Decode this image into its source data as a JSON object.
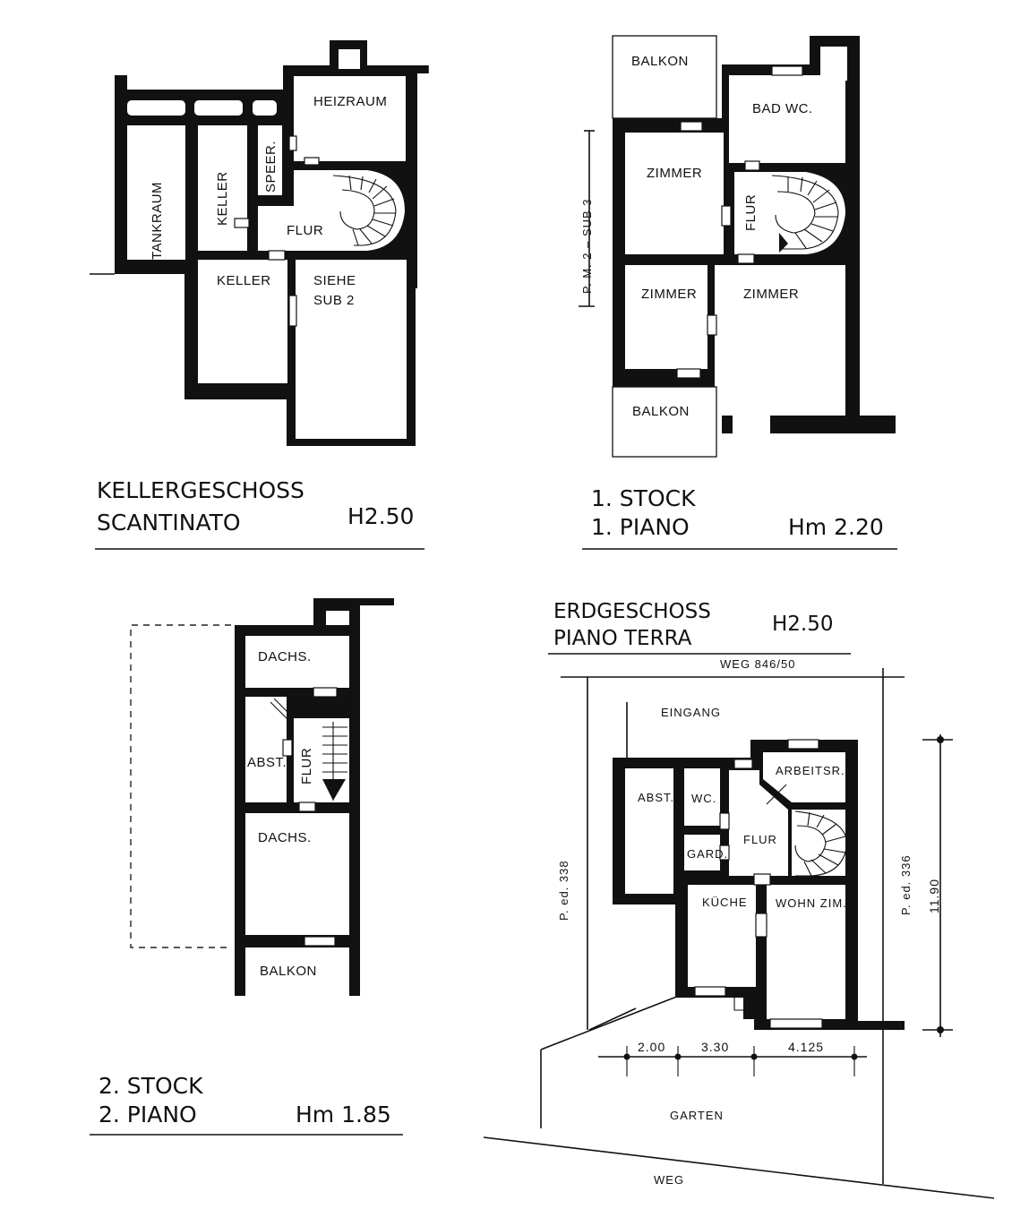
{
  "plans": {
    "keller": {
      "title_de": "KELLERGESCHOSS",
      "title_it": "SCANTINATO",
      "height": "H2.50",
      "rooms": {
        "heizraum": "HEIZRAUM",
        "sperr": "SPEER.",
        "keller_a": "KELLER",
        "tankraum": "TANKRAUM",
        "flur": "FLUR",
        "keller_b": "KELLER",
        "siehe_1": "SIEHE",
        "siehe_2": "SUB 2"
      }
    },
    "stock1": {
      "title_de": "1.  STOCK",
      "title_it": "1.  PIANO",
      "height": "Hm 2.20",
      "pm_label": "P. M. 2 – SUB 3",
      "rooms": {
        "balkon_top": "BALKON",
        "bad": "BAD WC.",
        "zimmer_a": "ZIMMER",
        "flur": "FLUR",
        "zimmer_b": "ZIMMER",
        "zimmer_c": "ZIMMER",
        "balkon_bottom": "BALKON"
      }
    },
    "stock2": {
      "title_de": "2.  STOCK",
      "title_it": "2.  PIANO",
      "height": "Hm 1.85",
      "rooms": {
        "dachs_top": "DACHS.",
        "abst": "ABST.",
        "flur": "FLUR",
        "dachs_mid": "DACHS.",
        "balkon": "BALKON"
      }
    },
    "erd": {
      "title_de": "ERDGESCHOSS",
      "title_it": "PIANO  TERRA",
      "height": "H2.50",
      "weg_top": "WEG   846/50",
      "weg_bottom": "WEG",
      "eingang": "EINGANG",
      "garten": "GARTEN",
      "ped_left": "P. ed.  338",
      "ped_right": "P. ed.  336",
      "total_depth": "11.90",
      "dims": [
        "2.00",
        "3.30",
        "4.125"
      ],
      "rooms": {
        "abst": "ABST.",
        "wc": "WC.",
        "arbeitsr": "ARBEITSR.",
        "flur": "FLUR",
        "gard": "GARD.",
        "kueche": "KÜCHE",
        "wohnzim": "WOHN ZIM."
      }
    }
  }
}
